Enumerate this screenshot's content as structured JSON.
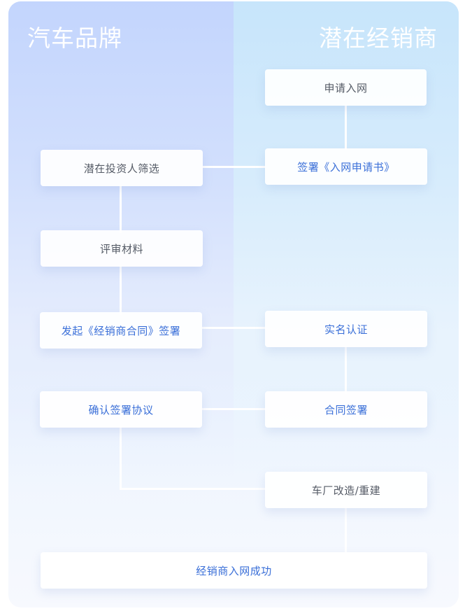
{
  "columns": {
    "left_title": "汽车品牌",
    "right_title": "潜在经销商"
  },
  "steps": {
    "apply": "申请入网",
    "sign_application": "签署《入网申请书》",
    "screening": "潜在投资人筛选",
    "review": "评审材料",
    "initiate_contract": "发起《经销商合同》签署",
    "real_name": "实名认证",
    "confirm_agreement": "确认签署协议",
    "contract_sign": "合同签署",
    "renovation": "车厂改造/重建",
    "success": "经销商入网成功"
  },
  "colors": {
    "accent_text": "#3a6fd8",
    "neutral_text": "#555b66"
  }
}
